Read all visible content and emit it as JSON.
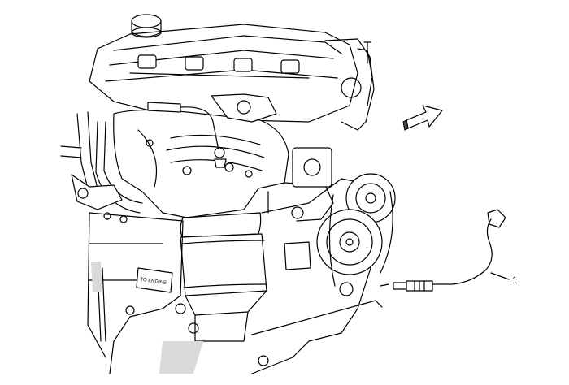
{
  "diagram": {
    "callouts": [
      {
        "id": "1",
        "label": "1"
      }
    ],
    "embossed_text": "TO ENGINE",
    "colors": {
      "line": "#000000",
      "background": "#ffffff",
      "shadow": "#d9d9d9"
    },
    "icons": {
      "direction_arrow": "front-direction-arrow-icon"
    }
  }
}
